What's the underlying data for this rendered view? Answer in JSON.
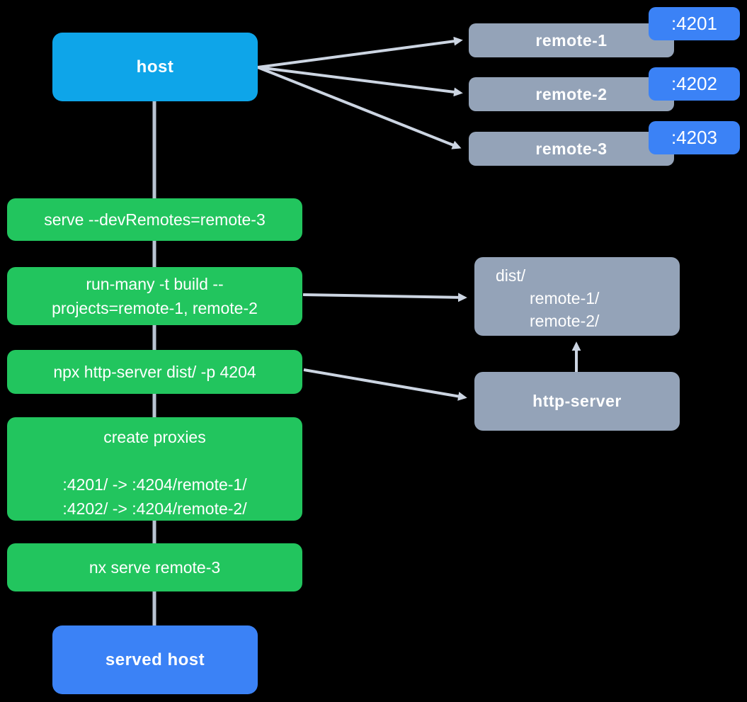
{
  "colors": {
    "c-host": "#0ea5e9",
    "c-accent": "#3b82f6",
    "c-remote": "#94a3b8",
    "c-command": "#22c55e",
    "c-trunk": "#b9c4d2",
    "c-arrow": "#ccd5e2",
    "c-text": "#ffffff"
  },
  "nodes": {
    "host": {
      "label": "host"
    },
    "served_host": {
      "label": "served host"
    },
    "remotes": [
      {
        "label": "remote-1",
        "port": ":4201"
      },
      {
        "label": "remote-2",
        "port": ":4202"
      },
      {
        "label": "remote-3",
        "port": ":4203"
      }
    ],
    "dist_folder": {
      "line1": "dist/",
      "line2": "remote-1/",
      "line3": "remote-2/"
    },
    "http_server": {
      "label": "http-server"
    }
  },
  "commands": [
    {
      "text": "serve --devRemotes=remote-3"
    },
    {
      "line1": "run-many -t build --",
      "line2": "projects=remote-1, remote-2"
    },
    {
      "text": "npx http-server dist/ -p 4204"
    },
    {
      "title": "create proxies",
      "proxy1": ":4201/ -> :4204/remote-1/",
      "proxy2": ":4202/ -> :4204/remote-2/"
    },
    {
      "text": "nx serve remote-3"
    }
  ]
}
